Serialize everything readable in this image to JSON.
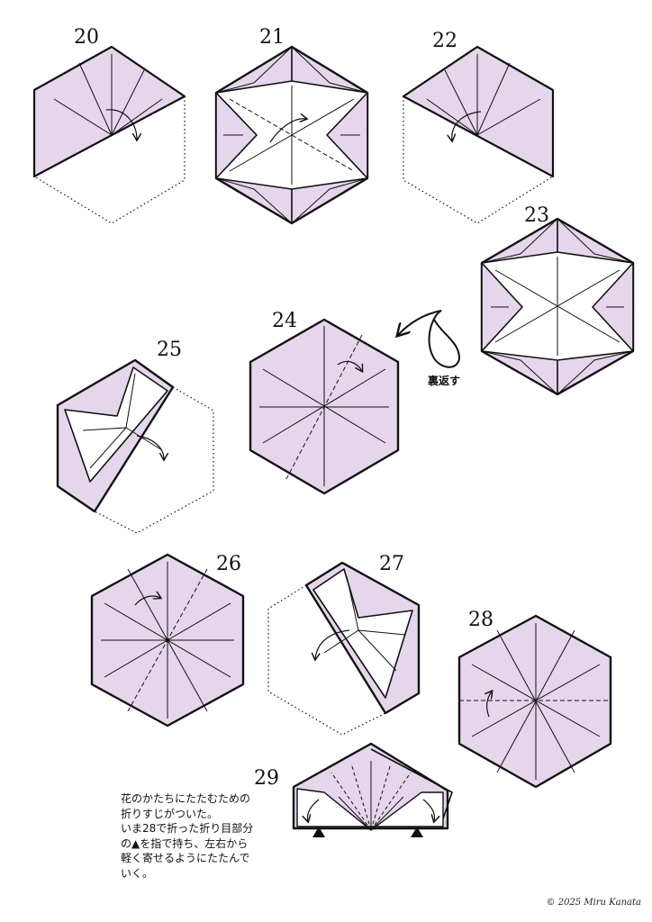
{
  "colors": {
    "paper": "#e6d6ec",
    "paper_front": "#ffffff",
    "line": "#111111"
  },
  "steps": [
    {
      "number": "20"
    },
    {
      "number": "21"
    },
    {
      "number": "22"
    },
    {
      "number": "23"
    },
    {
      "number": "24"
    },
    {
      "number": "25"
    },
    {
      "number": "26"
    },
    {
      "number": "27"
    },
    {
      "number": "28"
    },
    {
      "number": "29"
    }
  ],
  "flip_label": "裏返す",
  "instruction_lines": [
    "花のかたちにたたむための",
    "折りすじがついた。",
    "いま28で折った折り目部分",
    "の▲を指で持ち、左右から",
    "軽く寄せるようにたたんで",
    "いく。"
  ],
  "copyright": "© 2025 Miru Kanata"
}
